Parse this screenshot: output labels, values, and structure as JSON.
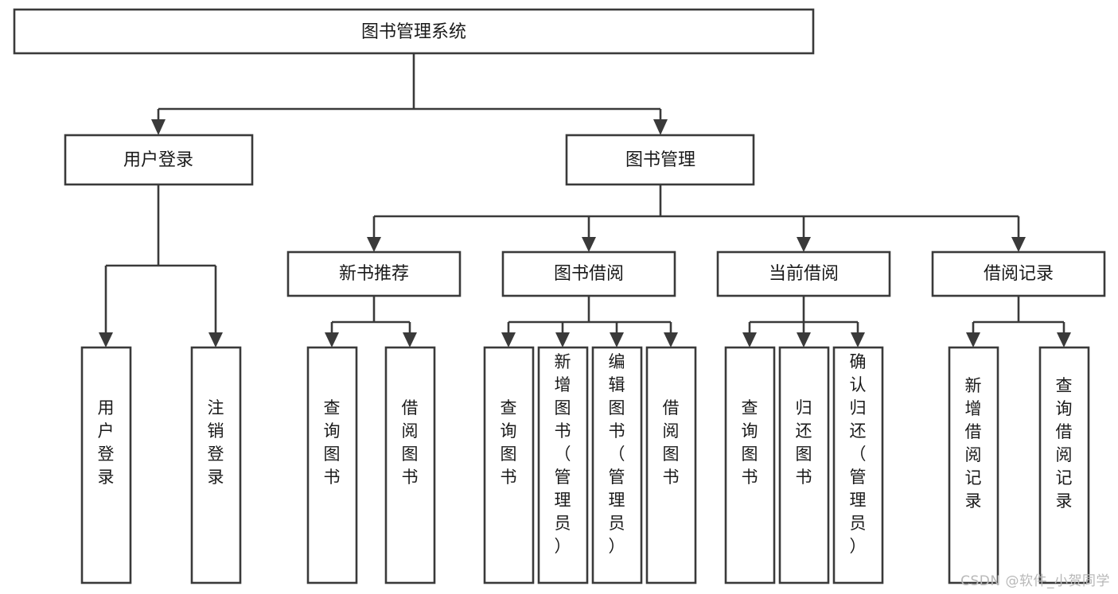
{
  "diagram": {
    "type": "hierarchy-tree",
    "title": "图书管理系统",
    "root": {
      "id": "root",
      "label": "图书管理系统"
    },
    "level2": [
      {
        "id": "user-login",
        "label": "用户登录"
      },
      {
        "id": "book-manage",
        "label": "图书管理"
      }
    ],
    "level3": [
      {
        "id": "new-book-recommend",
        "label": "新书推荐"
      },
      {
        "id": "book-borrow",
        "label": "图书借阅"
      },
      {
        "id": "current-borrow",
        "label": "当前借阅"
      },
      {
        "id": "borrow-record",
        "label": "借阅记录"
      }
    ],
    "leaves": {
      "user_login": [
        {
          "id": "leaf-user-login",
          "label": "用户登录"
        },
        {
          "id": "leaf-logout-login",
          "label": "注销登录"
        }
      ],
      "new_book_recommend": [
        {
          "id": "leaf-query-book-1",
          "label": "查询图书"
        },
        {
          "id": "leaf-borrow-book-1",
          "label": "借阅图书"
        }
      ],
      "book_borrow": [
        {
          "id": "leaf-query-book-2",
          "label": "查询图书"
        },
        {
          "id": "leaf-add-book",
          "label": "新增图书（管理员）"
        },
        {
          "id": "leaf-edit-book",
          "label": "编辑图书（管理员）"
        },
        {
          "id": "leaf-borrow-book-2",
          "label": "借阅图书"
        }
      ],
      "current_borrow": [
        {
          "id": "leaf-query-book-3",
          "label": "查询图书"
        },
        {
          "id": "leaf-return-book",
          "label": "归还图书"
        },
        {
          "id": "leaf-confirm-return",
          "label": "确认归还（管理员）"
        }
      ],
      "borrow_record": [
        {
          "id": "leaf-add-record",
          "label": "新增借阅记录"
        },
        {
          "id": "leaf-query-record",
          "label": "查询借阅记录"
        }
      ]
    }
  },
  "watermark": {
    "text": "CSDN @软件_小贺同学"
  },
  "colors": {
    "stroke": "#3a3a3a",
    "box_fill": "#ffffff",
    "text": "#1a1a1a",
    "background": "#ffffff",
    "watermark": "#b8b8b8"
  }
}
